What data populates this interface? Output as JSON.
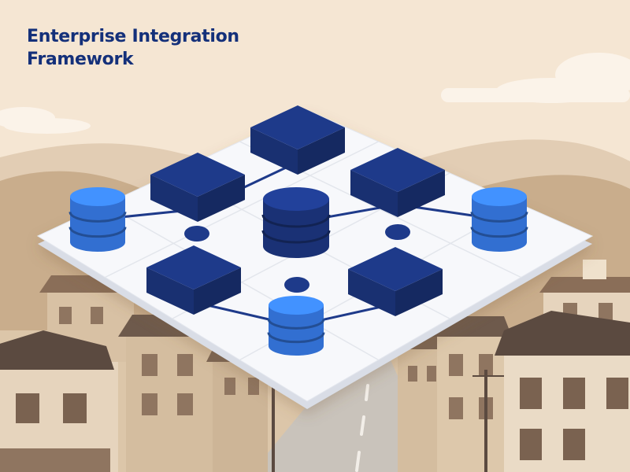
{
  "title": {
    "line1": "Enterprise Integration",
    "line2": "Framework"
  },
  "colors": {
    "sky": "#f5e6d3",
    "far_hills": "#e2cdb4",
    "near_hills": "#c9ad8c",
    "platform": "#f7f8fb",
    "platform_edge": "#d9dde6",
    "navy_cube": "#1e3a8a",
    "light_db": "#3b82f6",
    "title": "#14307a"
  },
  "diagram": {
    "nodes": [
      {
        "id": "cube-top",
        "kind": "cube",
        "tone": "navy"
      },
      {
        "id": "cube-upper-left",
        "kind": "cube",
        "tone": "navy"
      },
      {
        "id": "cube-upper-right",
        "kind": "cube",
        "tone": "navy"
      },
      {
        "id": "cube-lower-left",
        "kind": "cube",
        "tone": "navy"
      },
      {
        "id": "cube-lower-right",
        "kind": "cube",
        "tone": "navy"
      },
      {
        "id": "db-left",
        "kind": "database",
        "tone": "light"
      },
      {
        "id": "db-right",
        "kind": "database",
        "tone": "light"
      },
      {
        "id": "db-center",
        "kind": "database",
        "tone": "navy"
      },
      {
        "id": "db-bottom",
        "kind": "database",
        "tone": "light"
      }
    ],
    "connections": [
      [
        "cube-top",
        "cube-upper-left"
      ],
      [
        "cube-upper-left",
        "db-left"
      ],
      [
        "cube-upper-right",
        "db-center"
      ],
      [
        "cube-upper-right",
        "db-right"
      ],
      [
        "cube-lower-left",
        "db-bottom"
      ],
      [
        "db-bottom",
        "cube-lower-right"
      ]
    ]
  }
}
